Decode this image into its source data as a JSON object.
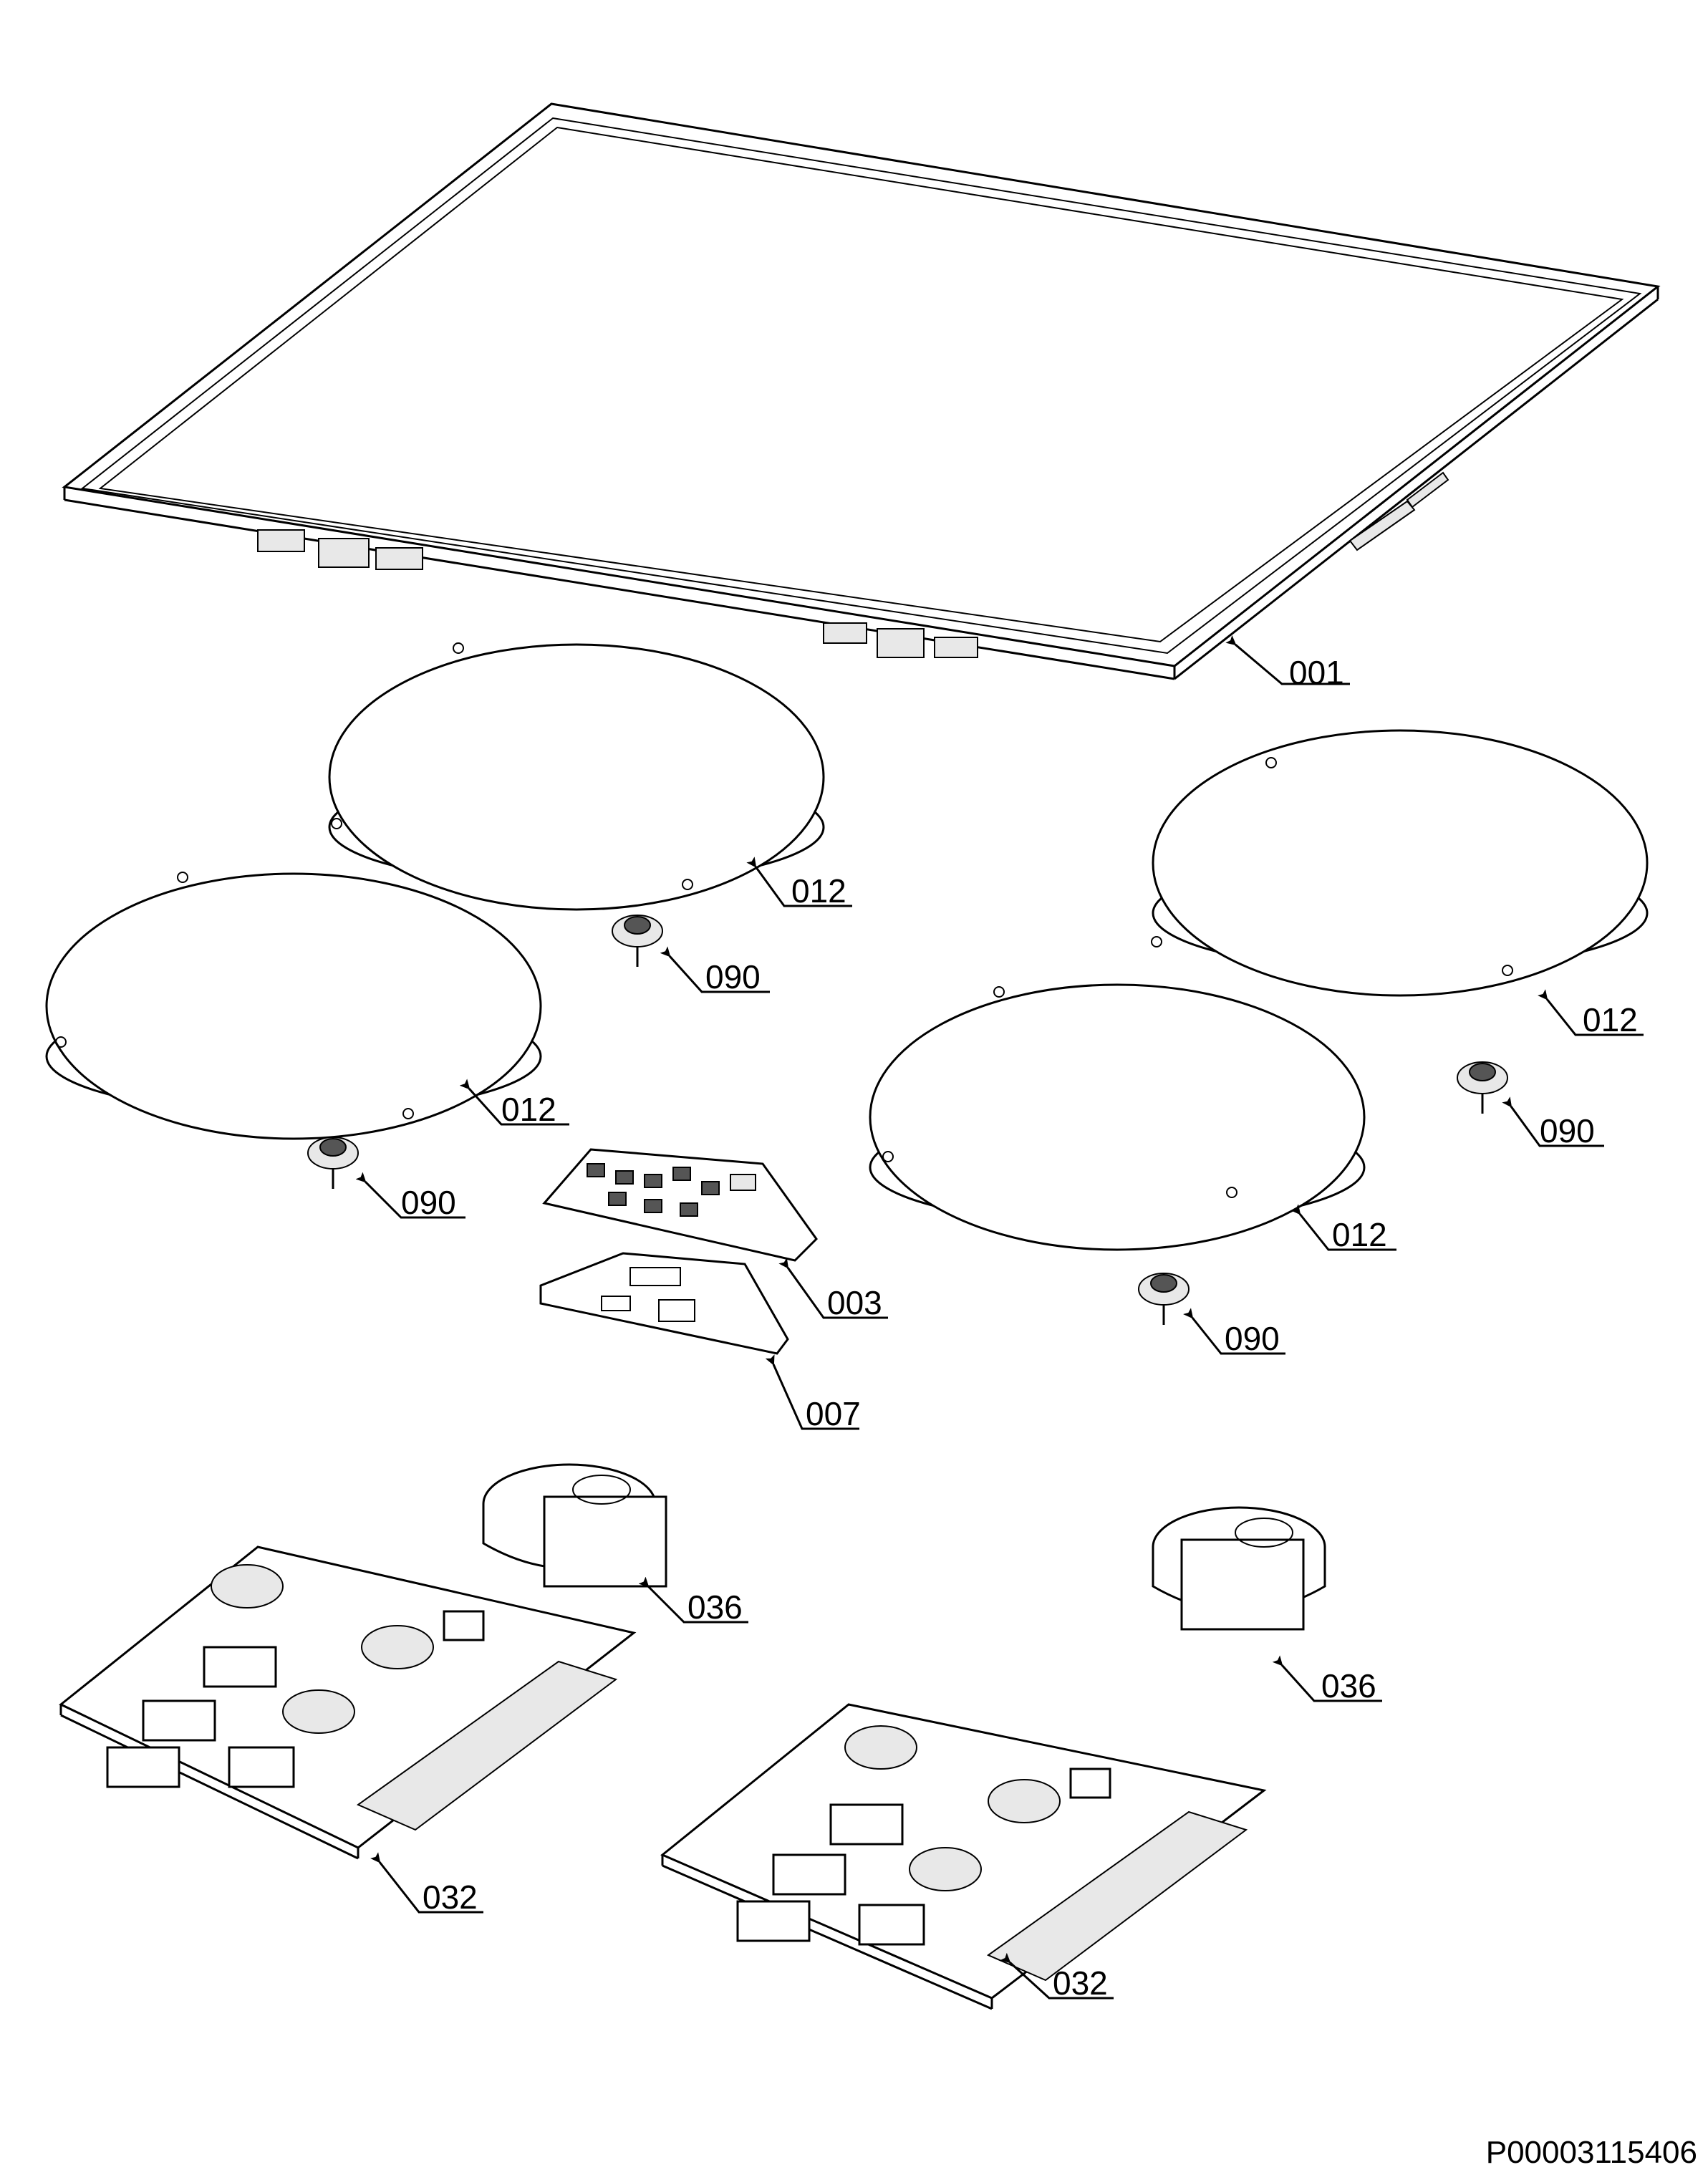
{
  "document_id": "P00003115406",
  "callouts": {
    "glass_top": "001",
    "coil_rear_left": "012",
    "coil_front_left": "012",
    "coil_rear_right": "012",
    "coil_front_right": "012",
    "sensor_rear_left": "090",
    "sensor_front_left": "090",
    "sensor_rear_right": "090",
    "sensor_front_right": "090",
    "control_board": "003",
    "control_support": "007",
    "fan_left": "036",
    "fan_right": "036",
    "power_board_left": "032",
    "power_board_right": "032"
  }
}
